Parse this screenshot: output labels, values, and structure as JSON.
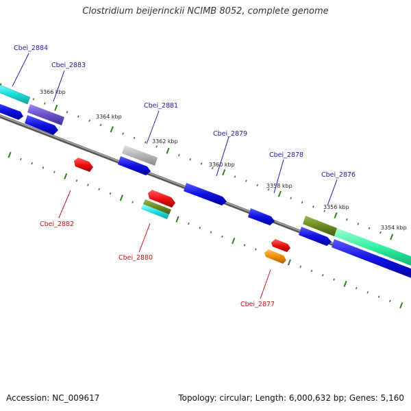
{
  "title": "Clostridium beijerinckii NCIMB 8052, complete genome",
  "footer": {
    "accession": "Accession: NC_009617",
    "summary": "Topology: circular; Length: 6,000,632 bp; Genes: 5,160"
  },
  "colors": {
    "backbone": "#808080",
    "tick": "#2e7d1f",
    "forward_label": "#1a1aaa",
    "reverse_label": "#cc1111",
    "gene_blue": "#1010e0",
    "gene_red": "#ee1111",
    "gene_orange": "#f08c00",
    "gene_cyan": "#22e0e0",
    "gene_purple": "#6a50c8",
    "gene_gray": "#b4b4b4",
    "gene_olive": "#6a8a20",
    "gene_mint": "#30f0a0"
  },
  "scale": {
    "unit": "kbp",
    "ticks": [
      {
        "label": "3366 kbp"
      },
      {
        "label": "3364 kbp"
      },
      {
        "label": "3362 kbp"
      },
      {
        "label": "3360 kbp"
      },
      {
        "label": "3358 kbp"
      },
      {
        "label": "3356 kbp"
      },
      {
        "label": "3354 kbp"
      }
    ]
  },
  "genes_forward": [
    {
      "name": "Cbei_2884"
    },
    {
      "name": "Cbei_2883"
    },
    {
      "name": "Cbei_2881"
    },
    {
      "name": "Cbei_2879"
    },
    {
      "name": "Cbei_2878"
    },
    {
      "name": "Cbei_2876"
    }
  ],
  "genes_reverse": [
    {
      "name": "Cbei_2882"
    },
    {
      "name": "Cbei_2880"
    },
    {
      "name": "Cbei_2877"
    }
  ]
}
